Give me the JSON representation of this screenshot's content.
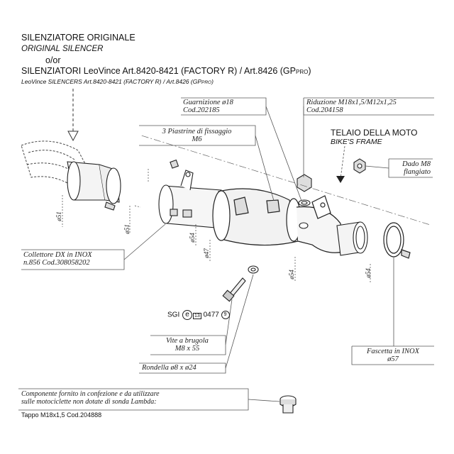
{
  "header": {
    "line1": "SILENZIATORE ORIGINALE",
    "line2": "ORIGINAL SILENCER",
    "line3": "o/or",
    "line4_main": "SILENZIATORI LeoVince Art.8420-8421 (FACTORY R) / Art.8426 (GP",
    "line4_sub": "PRO",
    "line4_end": ")",
    "line5_main": "LeoVince SILENCERS Art.8420-8421 (FACTORY R) / Art.8426 (GP",
    "line5_sub": "PRO",
    "line5_end": ")"
  },
  "frame": {
    "title": "TELAIO DELLA MOTO",
    "subtitle": "BIKE'S FRAME"
  },
  "callouts": {
    "gasket": [
      "Guarnizione ø18",
      "Cod.202185"
    ],
    "reducer": [
      "Riduzione M18x1,5/M12x1,25",
      "Cod.204158"
    ],
    "plates": [
      "3 Piastrine di fissaggio",
      "M6"
    ],
    "nut": [
      "Dado M8",
      "flangiato"
    ],
    "manifold": [
      "Collettore DX in INOX",
      "n.856   Cod.308058202"
    ],
    "screw": [
      "Vite a brugola",
      "M8 x 55"
    ],
    "washer": [
      "Rondella ø8 x ø24"
    ],
    "clamp": [
      "Fascetta in INOX",
      "ø57"
    ],
    "component_note": [
      "Componente fornito in confezione e da utilizzare",
      "sulle motociclette non dotate di sonda Lambda:"
    ],
    "plug": "Tappo M18x1,5  Cod.204888"
  },
  "sgi": {
    "prefix": "SGI",
    "e_mark": "e",
    "e_num": "13",
    "code": "0477",
    "circled": "9"
  },
  "dimensions": {
    "d1": "ø51",
    "d2": "ø51",
    "d3": "ø54",
    "d4": "ø47",
    "d5": "ø54",
    "d6": "ø54"
  }
}
